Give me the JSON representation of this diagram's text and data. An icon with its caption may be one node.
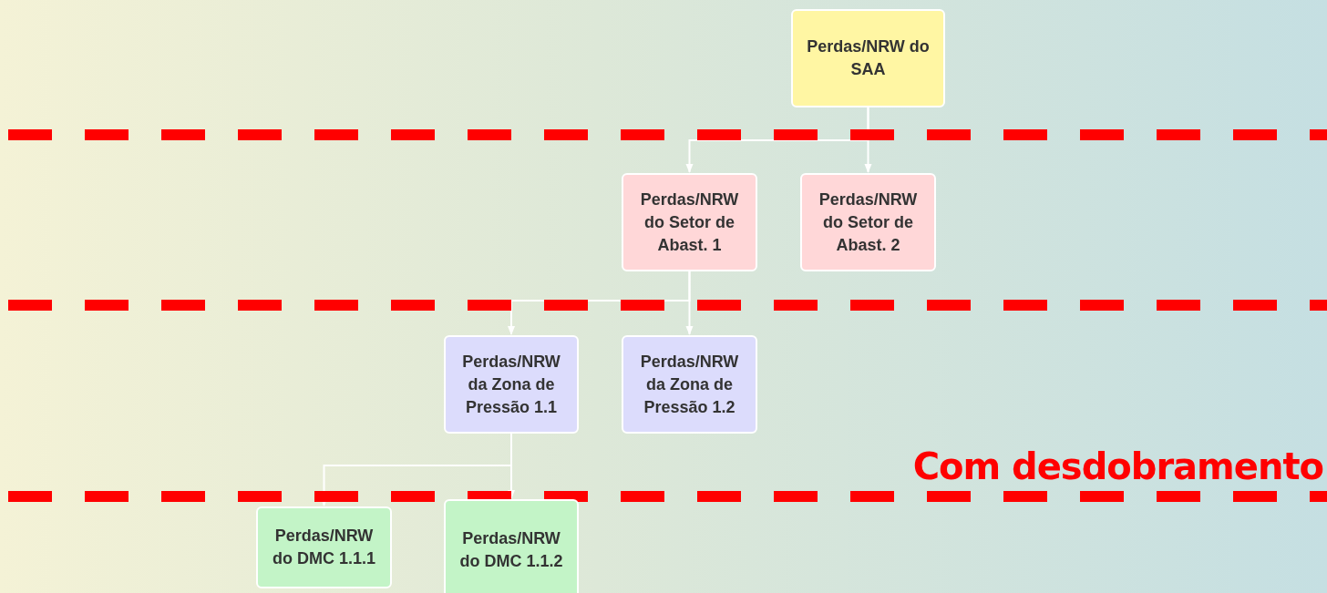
{
  "diagram": {
    "nodes": [
      {
        "text": [
          "Perdas/NRW do SAA"
        ]
      },
      {
        "text": [
          "Perdas/NRW do Setor de Abast. 1"
        ]
      },
      {
        "text": [
          "Perdas/NRW do Setor de Abast. 2"
        ]
      },
      {
        "text": [
          "Perdas/NRW da Zona de Pressão 1.1"
        ]
      },
      {
        "text": [
          "Perdas/NRW da Zona de Pressão 1.2"
        ]
      },
      {
        "text": [
          "Perdas/NRW do DMC 1.1.1"
        ]
      },
      {
        "text": [
          "Perdas/NRW do DMC 1.1.2"
        ]
      }
    ],
    "edges": [
      {
        "from": 0,
        "to": 1,
        "arrow": "to"
      },
      {
        "from": 0,
        "to": 2,
        "arrow": "to"
      },
      {
        "from": 1,
        "to": 3,
        "arrow": "to"
      },
      {
        "from": 1,
        "to": 4,
        "arrow": "to"
      },
      {
        "from": 3,
        "to": 5,
        "arrow": "to"
      },
      {
        "from": 3,
        "to": 6,
        "arrow": "to"
      }
    ],
    "labels": [
      "Com desdobramento"
    ]
  }
}
